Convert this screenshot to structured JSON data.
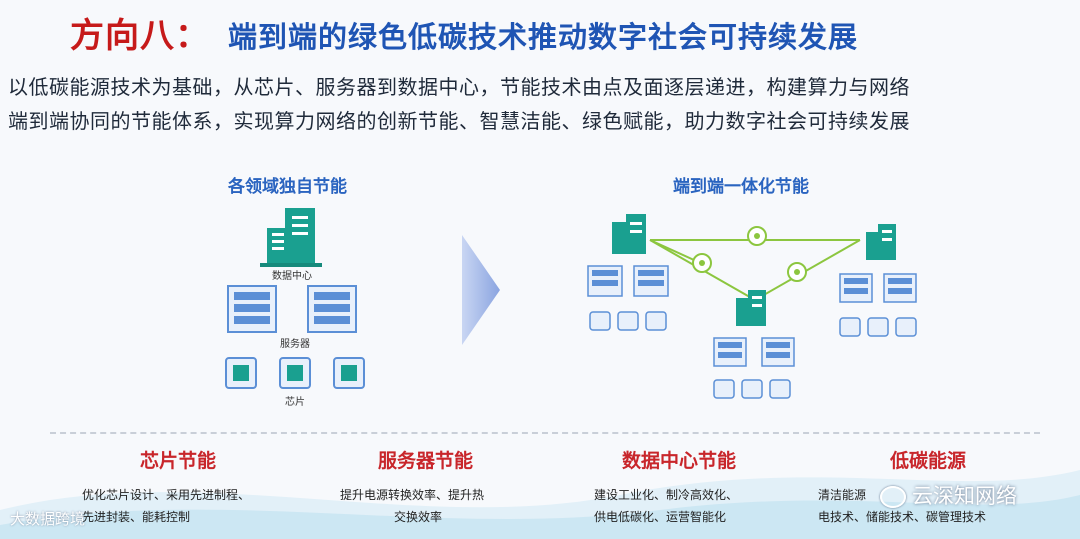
{
  "title": {
    "main": "方向八：",
    "sub": "端到端的绿色低碳技术推动数字社会可持续发展"
  },
  "intro": {
    "line1": "以低碳能源技术为基础，从芯片、服务器到数据中心，节能技术由点及面逐层递进，构建算力与网络",
    "line2": "端到端协同的节能体系，实现算力网络的创新节能、智慧洁能、绿色赋能，助力数字社会可持续发展"
  },
  "left_diagram": {
    "heading": "各领域独自节能",
    "datacenter_label": "数据中心",
    "server_label": "服务器",
    "chip_label": "芯片"
  },
  "right_diagram": {
    "heading": "端到端一体化节能"
  },
  "bottom": [
    {
      "title": "芯片节能",
      "lines": [
        "优化芯片设计、采用先进制程、",
        "先进封装、能耗控制"
      ]
    },
    {
      "title": "服务器节能",
      "lines": [
        "提升电源转换效率、提升热",
        "交换效率"
      ]
    },
    {
      "title": "数据中心节能",
      "lines": [
        "建设工业化、制冷高效化、",
        "供电低碳化、运营智能化"
      ]
    },
    {
      "title": "低碳能源",
      "lines": [
        "清洁能源",
        "电技术、储能技术、碳管理技术"
      ]
    }
  ],
  "watermarks": {
    "left": "大数据跨境",
    "right": "云深知网络"
  },
  "colors": {
    "title_red": "#c61a1a",
    "title_blue": "#1f55b4",
    "teal_icon": "#1aa090",
    "server_blue": "#5b8fd6",
    "section_blue": "#2a64c0",
    "bottom_red": "#c8262b"
  }
}
